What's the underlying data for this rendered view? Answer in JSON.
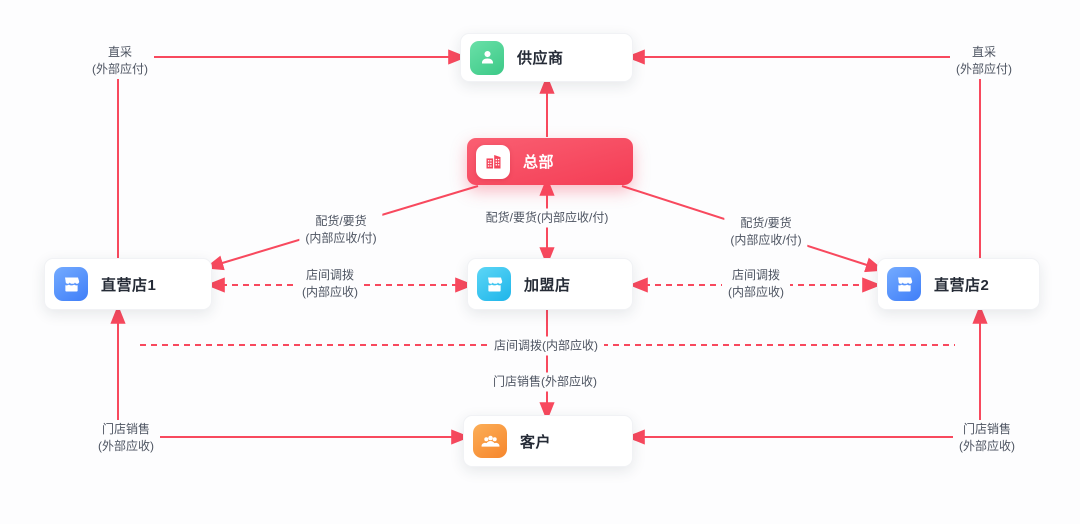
{
  "diagram": {
    "title": "retail-supply-relationship-diagram",
    "colors": {
      "arrow": "#f8495e",
      "hq_bg_from": "#fa5f72",
      "hq_bg_to": "#f43d55",
      "supplier_icon_bg": "#3cc987",
      "direct_store_icon_bg": "#3f7ef8",
      "franchise_icon_bg": "#1eb5ea",
      "customer_icon_bg": "#f6862c",
      "canvas_bg": "#fdfdfe"
    },
    "nodes": {
      "supplier": {
        "label": "供应商"
      },
      "headquarters": {
        "label": "总部"
      },
      "store1": {
        "label": "直营店1"
      },
      "franchise": {
        "label": "加盟店"
      },
      "store2": {
        "label": "直营店2"
      },
      "customer": {
        "label": "客户"
      }
    },
    "edge_labels": {
      "direct_purchase": {
        "l1": "直采",
        "l2": "(外部应付)"
      },
      "allocation_inline": "配货/要货(内部应收/付)",
      "allocation": {
        "l1": "配货/要货",
        "l2": "(内部应收/付)"
      },
      "transfer": {
        "l1": "店间调拨",
        "l2": "(内部应收)"
      },
      "transfer_inline": "店间调拨(内部应收)",
      "store_sale_inline": "门店销售(外部应收)",
      "store_sale": {
        "l1": "门店销售",
        "l2": "(外部应收)"
      }
    }
  }
}
